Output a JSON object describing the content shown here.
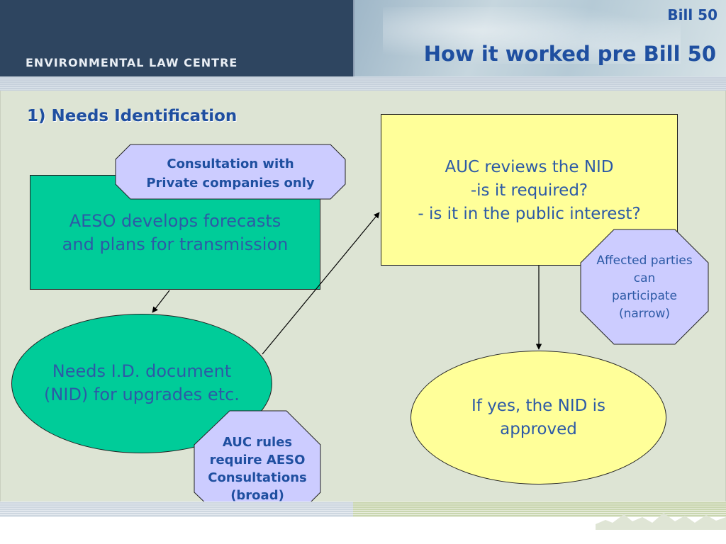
{
  "header": {
    "org_name": "ENVIRONMENTAL LAW CENTRE",
    "bill_label": "Bill 50",
    "title": "How it worked pre Bill 50"
  },
  "section_title": "1) Needs Identification",
  "nodes": {
    "aeso_box": [
      "AESO develops forecasts",
      "and plans for transmission"
    ],
    "auc_box": [
      "AUC reviews the NID",
      "-is it required?",
      "- is it in the public interest?"
    ],
    "nid_ellipse": [
      "Needs I.D. document",
      "(NID) for upgrades etc."
    ],
    "approved_ellipse": [
      "If yes, the NID is",
      "approved"
    ]
  },
  "callouts": {
    "private_consultation": [
      "Consultation with",
      "Private companies only"
    ],
    "affected_parties": [
      "Affected parties",
      "can",
      "participate",
      "(narrow)"
    ],
    "auc_rules": [
      "AUC rules",
      "require AESO",
      "Consultations",
      "(broad)"
    ]
  },
  "colors": {
    "header_dark": "#2e4560",
    "title_blue": "#1f4fa0",
    "node_green": "#00cc99",
    "node_yellow": "#ffff99",
    "callout_lavender": "#ccccff",
    "content_bg": "#dde4d4"
  }
}
